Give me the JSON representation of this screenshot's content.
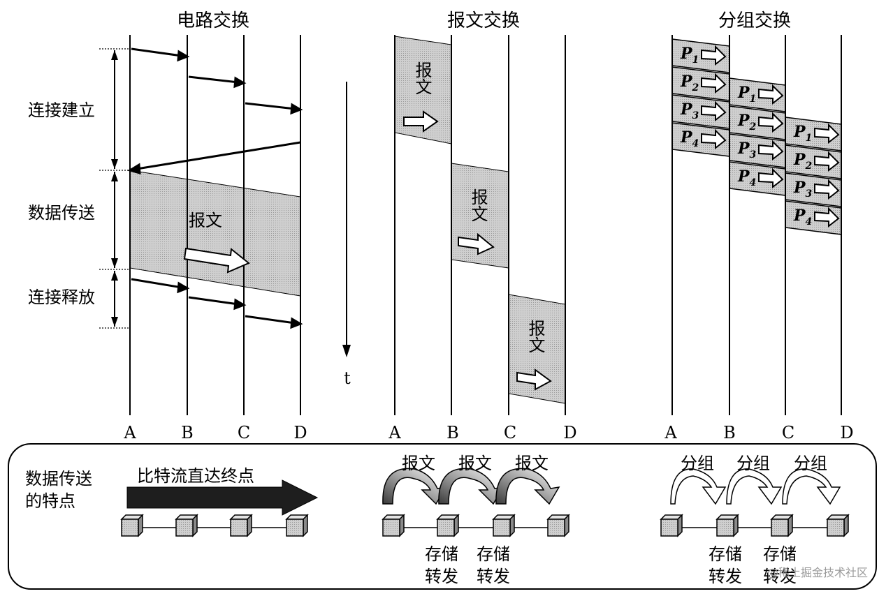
{
  "panels": {
    "circuit": {
      "title": "电路交换",
      "phases": {
        "setup": "连接建立",
        "transfer": "数据传送",
        "release": "连接释放"
      },
      "message_label": "报文"
    },
    "message": {
      "title": "报文交换",
      "message_label": "报文"
    },
    "packet": {
      "title": "分组交换",
      "packet_prefix": "P",
      "packet_numbers": [
        "1",
        "2",
        "3",
        "4"
      ]
    }
  },
  "nodes": [
    "A",
    "B",
    "C",
    "D"
  ],
  "time_label": "t",
  "bottom": {
    "heading_line1": "数据传送",
    "heading_line2": "的特点",
    "circuit_text": "比特流直达终点",
    "message_hop_label": "报文",
    "packet_hop_label": "分组",
    "store_line1": "存储",
    "store_line2": "转发"
  },
  "watermark": "@稀土掘金技术社区",
  "colors": {
    "shade": "#c8c8c8",
    "line": "#000000",
    "dark_arrow": "#1e1e1e"
  }
}
